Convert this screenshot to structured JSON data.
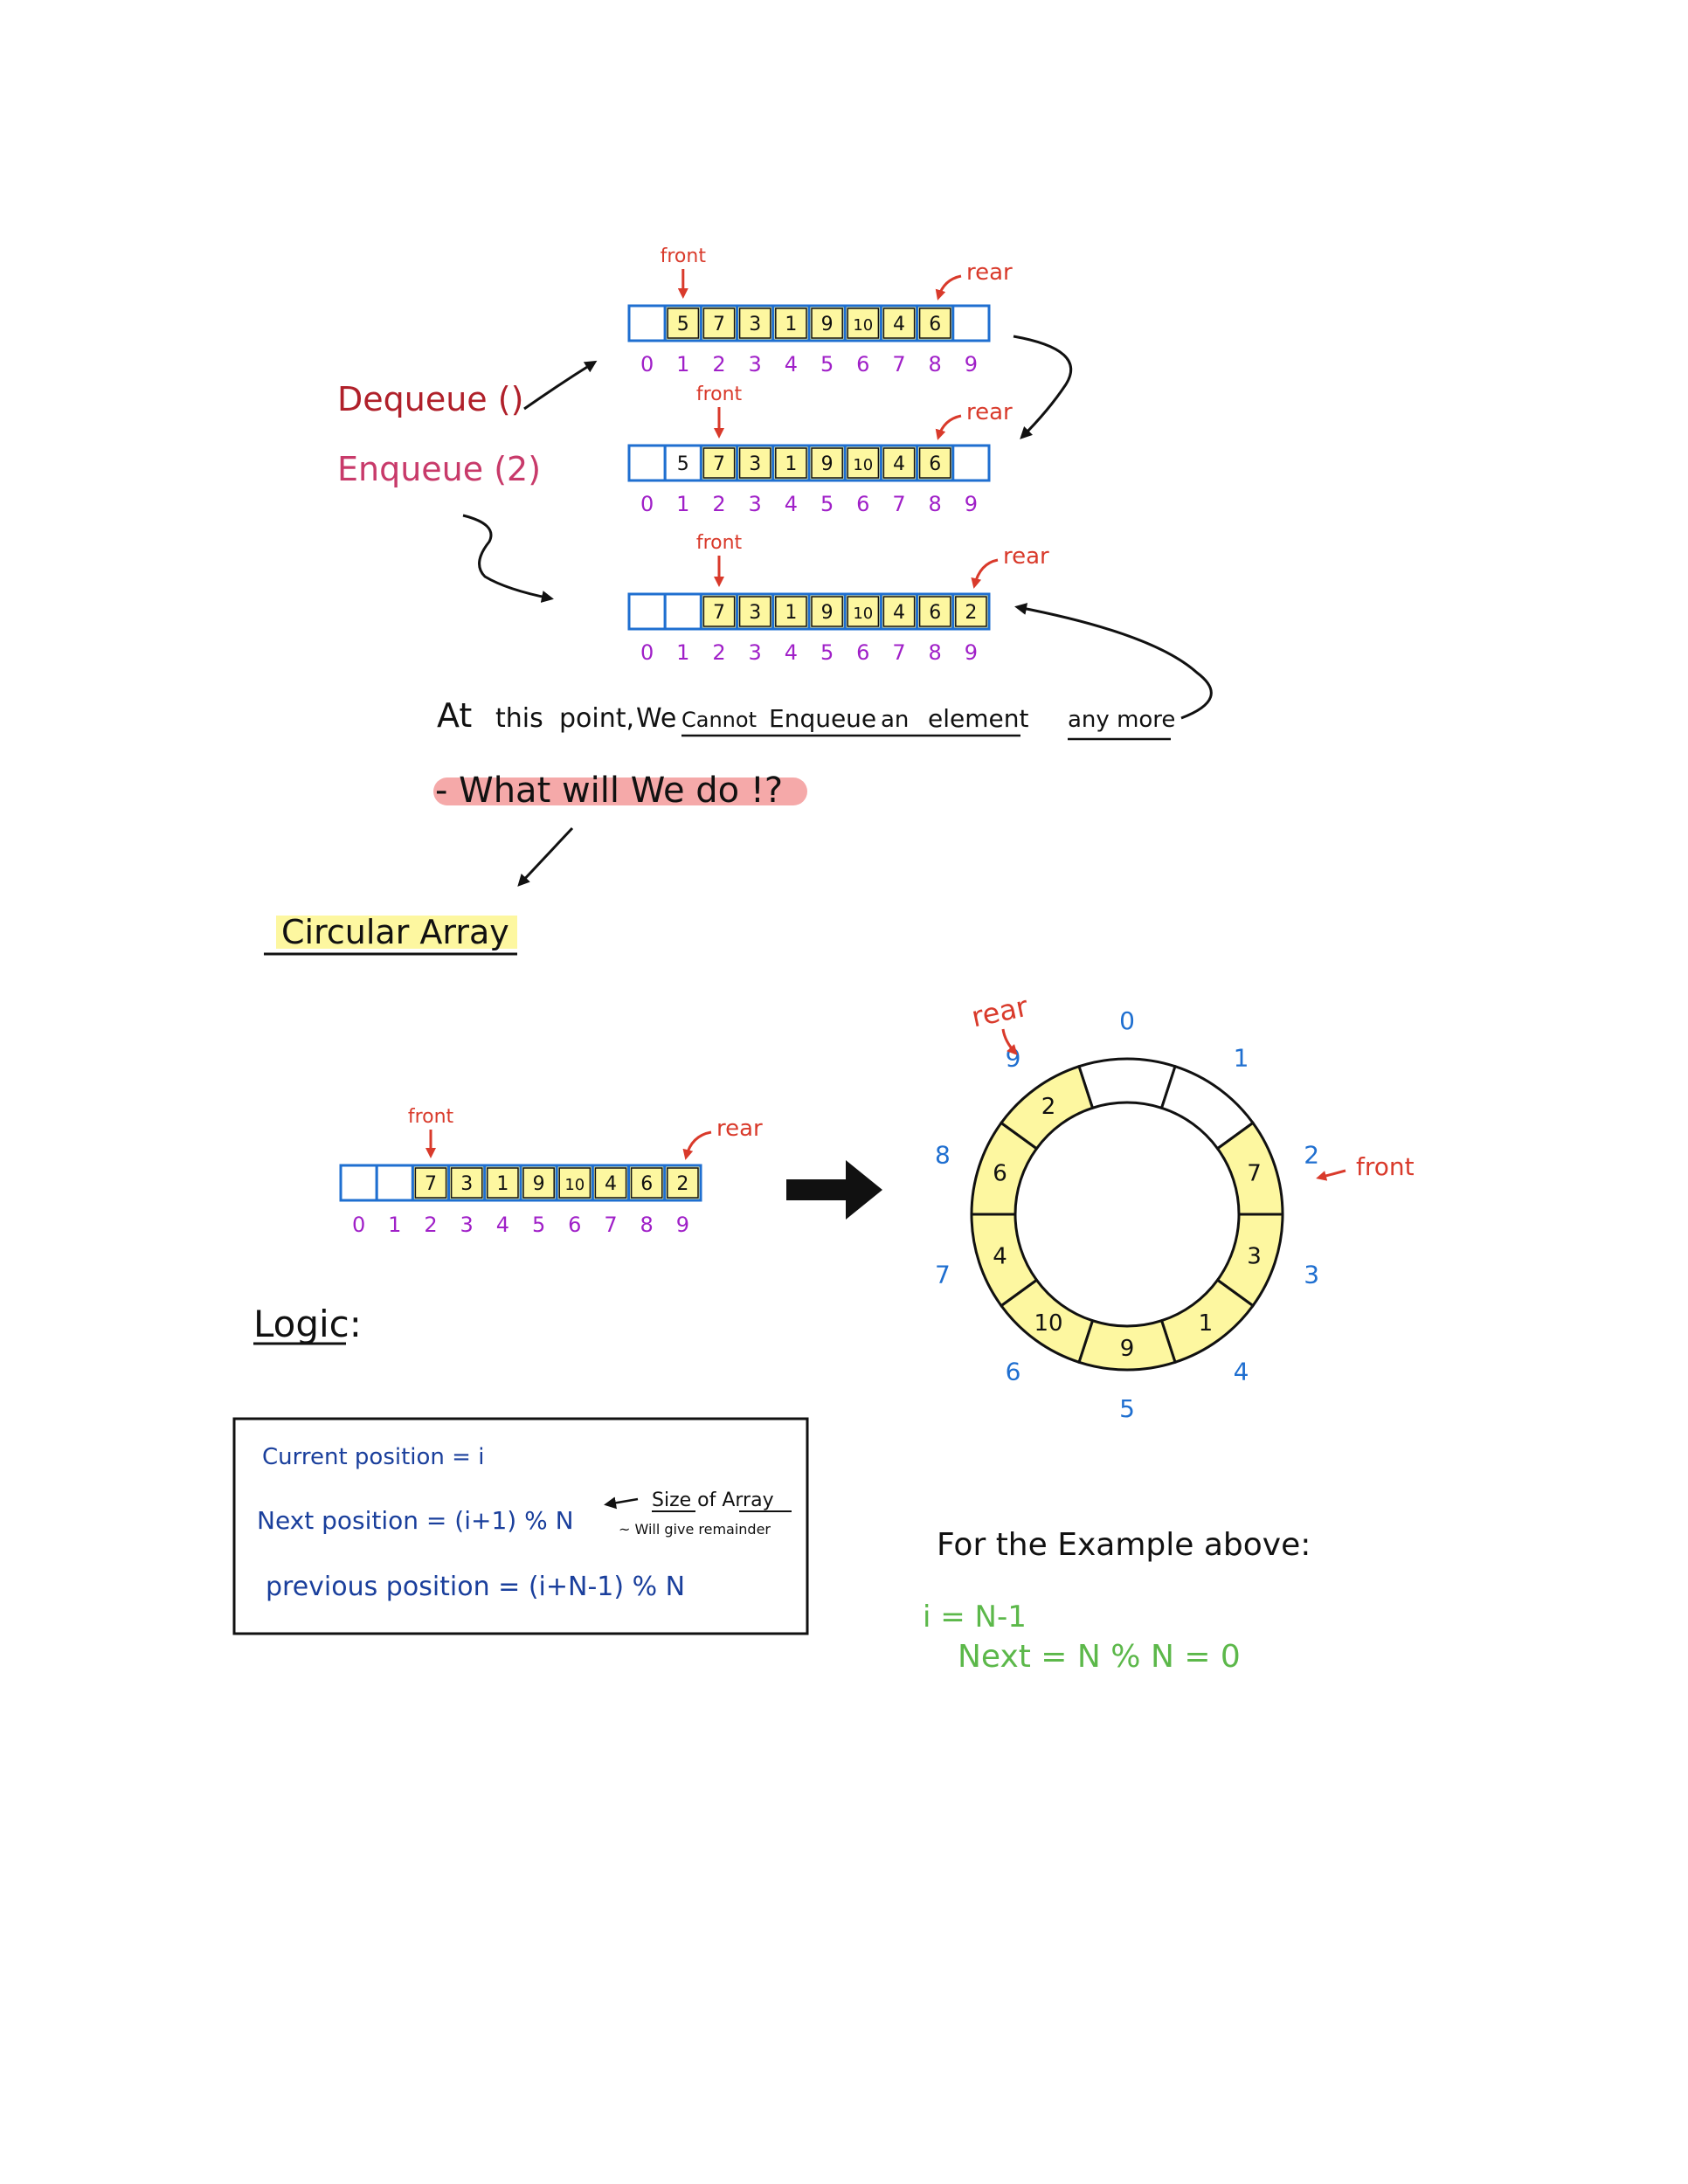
{
  "colors": {
    "ink": "#111111",
    "red": "#d93a2b",
    "dark_red": "#b0202a",
    "pink": "#c83a6a",
    "blue": "#1f6fd0",
    "purple": "#a020c8",
    "yellow": "#fdf7a0",
    "highlight": "#f4a0a0",
    "navy": "#1a3f9c",
    "green": "#5cb84a"
  },
  "ops": {
    "dequeue": "Dequeue ()",
    "enqueue": "Enqueue (2)"
  },
  "labels": {
    "front": "front",
    "rear": "rear"
  },
  "arrays": [
    {
      "values": [
        "",
        "5",
        "7",
        "3",
        "1",
        "9",
        "10",
        "4",
        "6",
        ""
      ],
      "filled": [
        1,
        2,
        3,
        4,
        5,
        6,
        7,
        8
      ],
      "front": 1,
      "rear": 8
    },
    {
      "values": [
        "",
        "5",
        "7",
        "3",
        "1",
        "9",
        "10",
        "4",
        "6",
        ""
      ],
      "filled": [
        2,
        3,
        4,
        5,
        6,
        7,
        8
      ],
      "front": 2,
      "rear": 8
    },
    {
      "values": [
        "",
        "",
        "7",
        "3",
        "1",
        "9",
        "10",
        "4",
        "6",
        "2"
      ],
      "filled": [
        2,
        3,
        4,
        5,
        6,
        7,
        8,
        9
      ],
      "front": 2,
      "rear": 9
    },
    {
      "values": [
        "",
        "",
        "7",
        "3",
        "1",
        "9",
        "10",
        "4",
        "6",
        "2"
      ],
      "filled": [
        2,
        3,
        4,
        5,
        6,
        7,
        8,
        9
      ],
      "front": 2,
      "rear": 9
    }
  ],
  "indices": [
    "0",
    "1",
    "2",
    "3",
    "4",
    "5",
    "6",
    "7",
    "8",
    "9"
  ],
  "statement": {
    "p1": "At",
    "p2": "this",
    "p3": "point,",
    "p4": "We",
    "p5": "Cannot",
    "p6": "Enqueue",
    "p7": "an",
    "p8": "element",
    "p9": "any more"
  },
  "question": "- What will We do !?",
  "section_title": "Circular Array",
  "logic_title": "Logic:",
  "logic": {
    "current": "Current position = i",
    "next": "Next position = (i+1) % N",
    "size_note": "Size of Array",
    "remainder_note": "~ Will give remainder",
    "previous": "previous position = (i+N-1) % N"
  },
  "example": {
    "title": "For the Example above:",
    "line1": "i = N-1",
    "line2": "Next = N % N = 0"
  },
  "ring": {
    "values": [
      "",
      "",
      "7",
      "3",
      "1",
      "9",
      "10",
      "4",
      "6",
      "2"
    ],
    "filled": [
      2,
      3,
      4,
      5,
      6,
      7,
      8,
      9
    ],
    "indices": [
      "0",
      "1",
      "2",
      "3",
      "4",
      "5",
      "6",
      "7",
      "8",
      "9"
    ]
  }
}
